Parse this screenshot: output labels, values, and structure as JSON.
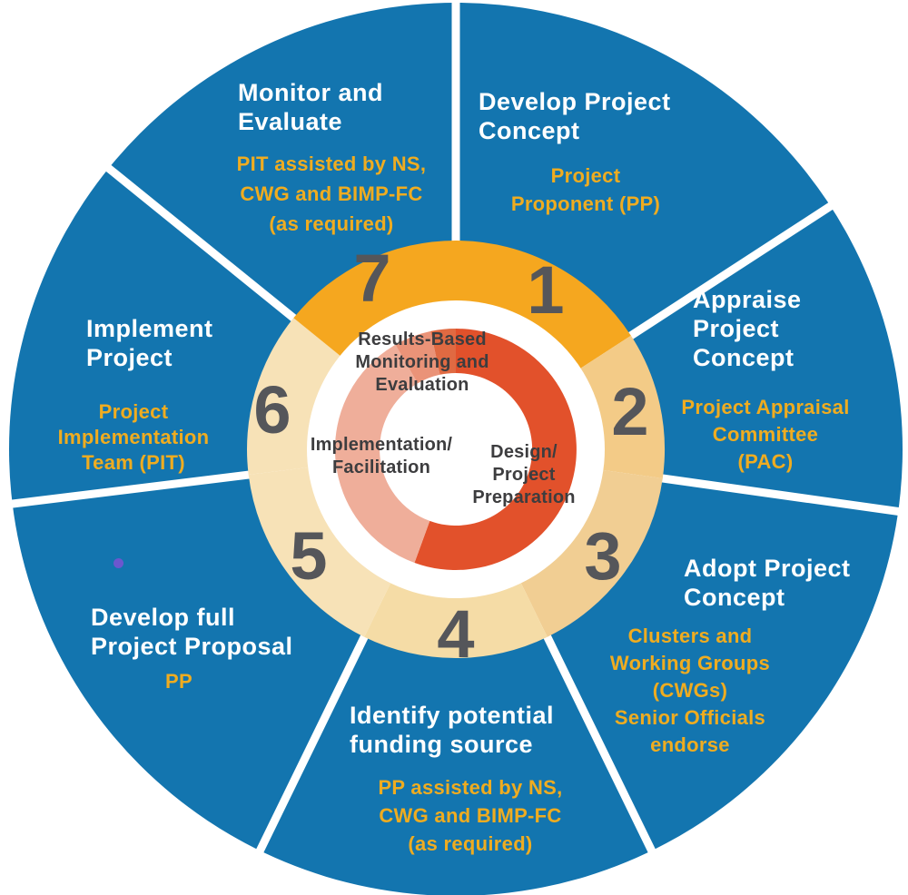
{
  "colors": {
    "wheel_blue": "#1375AF",
    "divider_white": "#FFFFFF",
    "ring_amber": "#F5A71F",
    "ring_gold": "#F3CB87",
    "ring_gold2": "#F1CE93",
    "ring_cream": "#F5DCA6",
    "ring_cream2": "#F7E2B7",
    "inner_red": "#E2512B",
    "inner_salmon": "#EFAE9A",
    "inner_trans1": "#EA9378",
    "inner_trans2": "#E06A42",
    "white": "#FFFFFF",
    "number_gray": "#55565A",
    "dot_purple": "#6B57CE"
  },
  "segments": [
    {
      "number": "1",
      "title": "Develop Project\nConcept",
      "subtitle": "Project\nProponent (PP)"
    },
    {
      "number": "2",
      "title": "Appraise\nProject\nConcept",
      "subtitle": "Project Appraisal\nCommittee\n(PAC)"
    },
    {
      "number": "3",
      "title": "Adopt Project\nConcept",
      "subtitle": "Clusters and\nWorking Groups\n(CWGs)\nSenior Officials\nendorse"
    },
    {
      "number": "4",
      "title": "Identify potential\nfunding source",
      "subtitle": "PP assisted by NS,\nCWG and BIMP-FC\n(as required)"
    },
    {
      "number": "5",
      "title": "Develop full\nProject Proposal",
      "subtitle": "PP"
    },
    {
      "number": "6",
      "title": "Implement\nProject",
      "subtitle": "Project\nImplementation\nTeam (PIT)"
    },
    {
      "number": "7",
      "title": "Monitor and\nEvaluate",
      "subtitle": "PIT assisted by NS,\nCWG and BIMP-FC\n(as required)"
    }
  ],
  "center_labels": {
    "monitoring": "Results-Based\nMonitoring and\nEvaluation",
    "implementation": "Implementation/\nFacilitation",
    "design": "Design/\nProject\nPreparation"
  }
}
